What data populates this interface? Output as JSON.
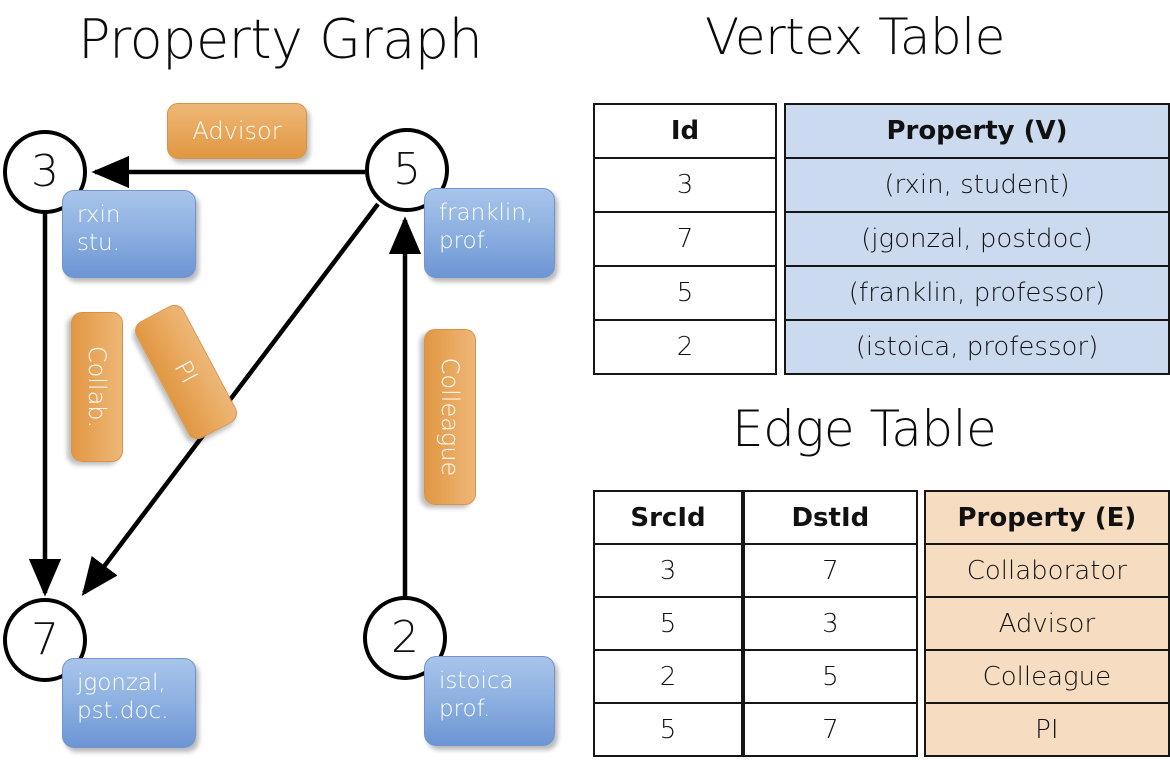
{
  "titles": {
    "property_graph": "Property Graph",
    "vertex_table": "Vertex Table",
    "edge_table": "Edge Table"
  },
  "graph": {
    "nodes": [
      {
        "id": "3",
        "property_box": {
          "line1": "rxin",
          "line2": "stu."
        }
      },
      {
        "id": "5",
        "property_box": {
          "line1": "franklin,",
          "line2": "prof."
        }
      },
      {
        "id": "7",
        "property_box": {
          "line1": "jgonzal,",
          "line2": "pst.doc."
        }
      },
      {
        "id": "2",
        "property_box": {
          "line1": "istoica",
          "line2": "prof."
        }
      }
    ],
    "edge_labels": [
      {
        "name": "advisor",
        "text": "Advisor",
        "rotation": 0
      },
      {
        "name": "collab",
        "text": "Collab.",
        "rotation": 90
      },
      {
        "name": "pi",
        "text": "PI",
        "rotation": 60
      },
      {
        "name": "colleague",
        "text": "Colleague",
        "rotation": 90
      }
    ]
  },
  "vertex_table": {
    "headers": [
      "Id",
      "Property (V)"
    ],
    "rows": [
      [
        "3",
        "(rxin, student)"
      ],
      [
        "7",
        "(jgonzal, postdoc)"
      ],
      [
        "5",
        "(franklin, professor)"
      ],
      [
        "2",
        "(istoica, professor)"
      ]
    ]
  },
  "edge_table": {
    "headers": [
      "SrcId",
      "DstId",
      "Property (E)"
    ],
    "rows": [
      [
        "3",
        "7",
        "Collaborator"
      ],
      [
        "5",
        "3",
        "Advisor"
      ],
      [
        "2",
        "5",
        "Colleague"
      ],
      [
        "5",
        "7",
        "PI"
      ]
    ]
  },
  "colors": {
    "vertex_property_fill": "#ccdaef",
    "edge_property_fill": "#f6ddc2",
    "node_box_blue": "#8fb2e2",
    "edge_label_orange": "#e9a95f",
    "stroke": "#111111"
  }
}
